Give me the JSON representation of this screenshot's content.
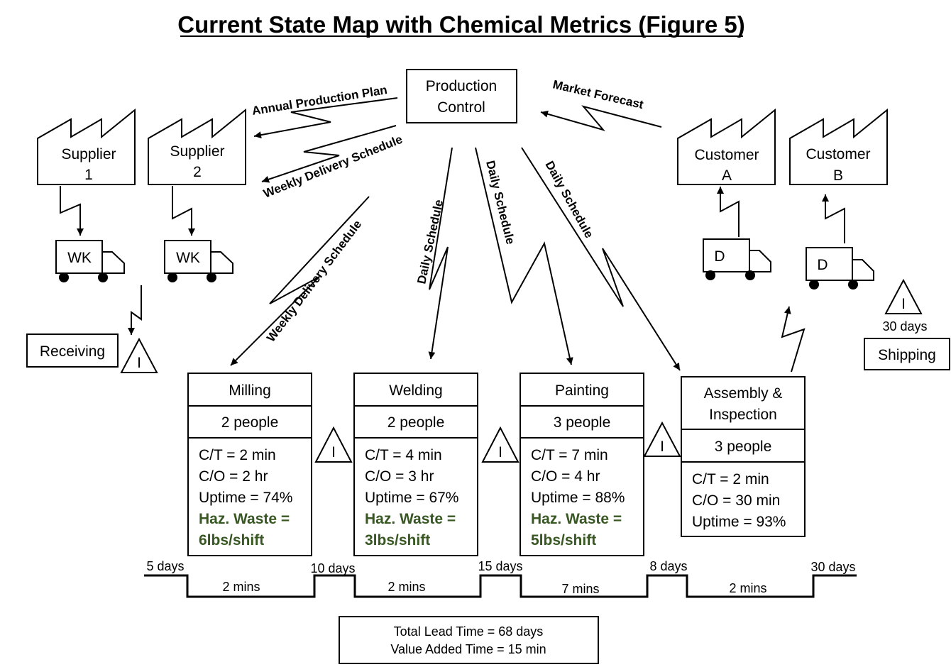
{
  "title": "Current State Map with Chemical Metrics (Figure 5)",
  "production_control": {
    "line1": "Production",
    "line2": "Control"
  },
  "suppliers": [
    {
      "line1": "Supplier",
      "line2": "1",
      "truck": "WK"
    },
    {
      "line1": "Supplier",
      "line2": "2",
      "truck": "WK"
    }
  ],
  "customers": [
    {
      "line1": "Customer",
      "line2": "A",
      "truck": "D"
    },
    {
      "line1": "Customer",
      "line2": "B",
      "truck": "D"
    }
  ],
  "flow_labels": {
    "annual_plan": "Annual Production Plan",
    "weekly_delivery_top": "Weekly Delivery Schedule",
    "weekly_delivery_mid": "Weekly Delivery Schedule",
    "market_forecast": "Market Forecast",
    "daily_1": "Daily Schedule",
    "daily_2": "Daily Schedule",
    "daily_3": "Daily Schedule"
  },
  "receiving": "Receiving",
  "shipping": {
    "label": "Shipping",
    "inventory": "30 days"
  },
  "inventory_symbol": "I",
  "processes": [
    {
      "name": "Milling",
      "people": "2 people",
      "ct": "C/T = 2 min",
      "co": "C/O = 2 hr",
      "uptime": "Uptime = 74%",
      "haz1": "Haz. Waste =",
      "haz2": "6lbs/shift"
    },
    {
      "name": "Welding",
      "people": "2 people",
      "ct": "C/T = 4 min",
      "co": "C/O = 3 hr",
      "uptime": "Uptime = 67%",
      "haz1": "Haz. Waste =",
      "haz2": "3lbs/shift"
    },
    {
      "name": "Painting",
      "people": "3 people",
      "ct": "C/T = 7 min",
      "co": "C/O = 4 hr",
      "uptime": "Uptime = 88%",
      "haz1": "Haz. Waste =",
      "haz2": "5lbs/shift"
    },
    {
      "name1": "Assembly &",
      "name2": "Inspection",
      "people": "3 people",
      "ct": "C/T = 2 min",
      "co": "C/O = 30 min",
      "uptime": "Uptime = 93%"
    }
  ],
  "timeline": {
    "wait": [
      "5 days",
      "10 days",
      "15 days",
      "8 days",
      "30 days"
    ],
    "process": [
      "2 mins",
      "2 mins",
      "7 mins",
      "2 mins"
    ]
  },
  "summary": {
    "total_lead_time": "Total Lead Time = 68 days",
    "value_added_time": "Value Added Time = 15 min"
  }
}
